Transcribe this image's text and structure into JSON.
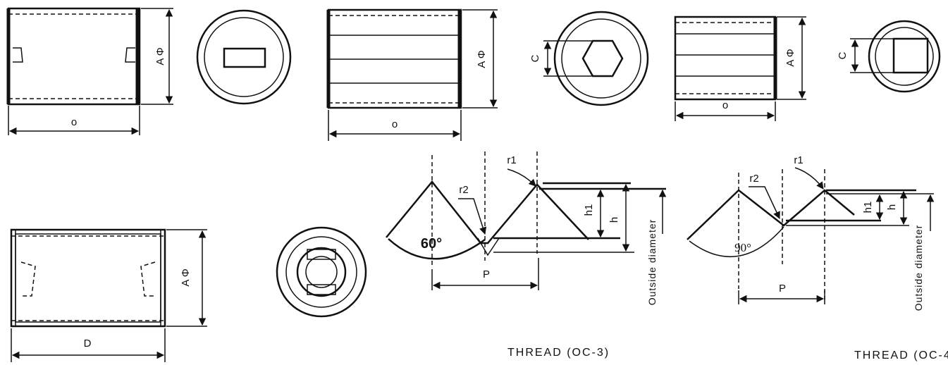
{
  "labels": {
    "o": "o",
    "a_phi": "A Φ",
    "c": "C",
    "d": "D",
    "p": "P",
    "h": "h",
    "h1": "h1",
    "r1": "r1",
    "r2": "r2",
    "angle_60": "60°",
    "angle_90": "90°",
    "outside_diameter": "Outside diameter"
  },
  "captions": {
    "oc3": "THREAD (OC-3)",
    "oc4": "THREAD (OC-4"
  }
}
